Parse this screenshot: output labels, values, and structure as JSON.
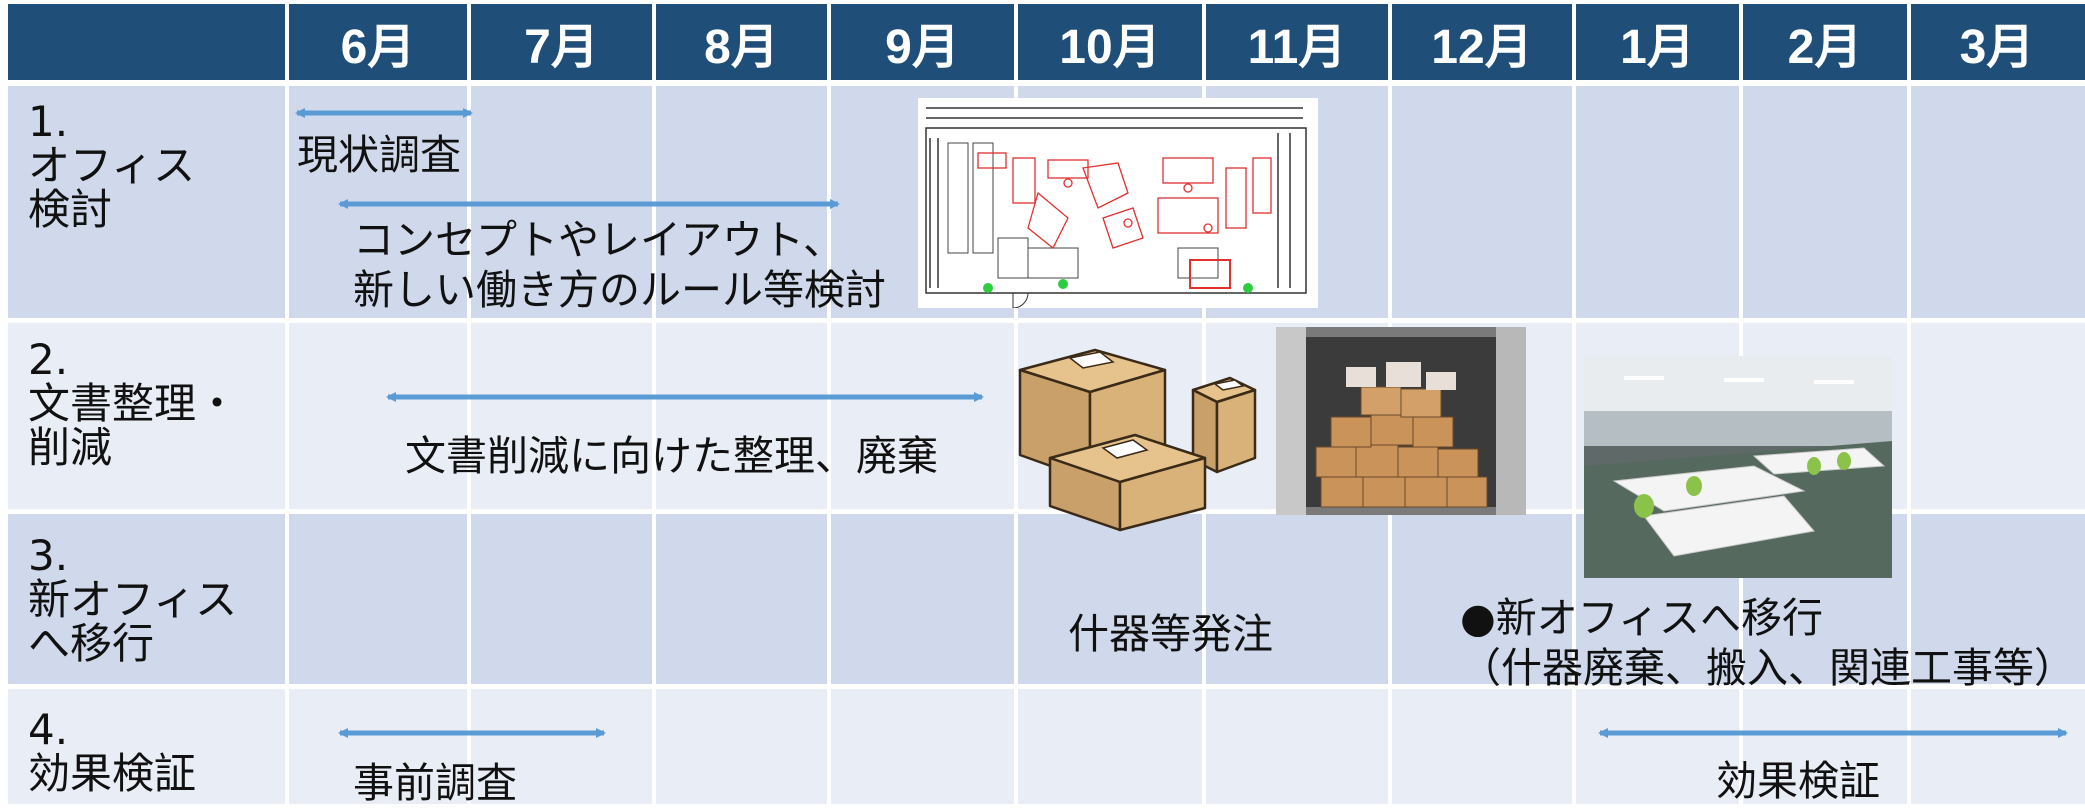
{
  "header": {
    "months": [
      "6月",
      "7月",
      "8月",
      "9月",
      "10月",
      "11月",
      "12月",
      "1月",
      "2月",
      "3月"
    ]
  },
  "rows": [
    {
      "label": "1.\nオフィス\n検討"
    },
    {
      "label": "2.\n文書整理・\n削減"
    },
    {
      "label": "3.\n新オフィス\nへ移行"
    },
    {
      "label": "4.\n効果検証"
    }
  ],
  "tasks": {
    "genjo": "現状調査",
    "concept": "コンセプトやレイアウト、\n新しい働き方のルール等検討",
    "bunsho": "文書削減に向けた整理、廃棄",
    "juki": "什器等発注",
    "iko": "●新オフィスへ移行\n（什器廃棄、搬入、関連工事等）",
    "jizen": "事前調査",
    "koka": "効果検証"
  },
  "colors": {
    "header_bg": "#1f4e79",
    "row_dark": "#cfd9eb",
    "row_light": "#e9edf5",
    "arrow": "#5b9bd5"
  }
}
